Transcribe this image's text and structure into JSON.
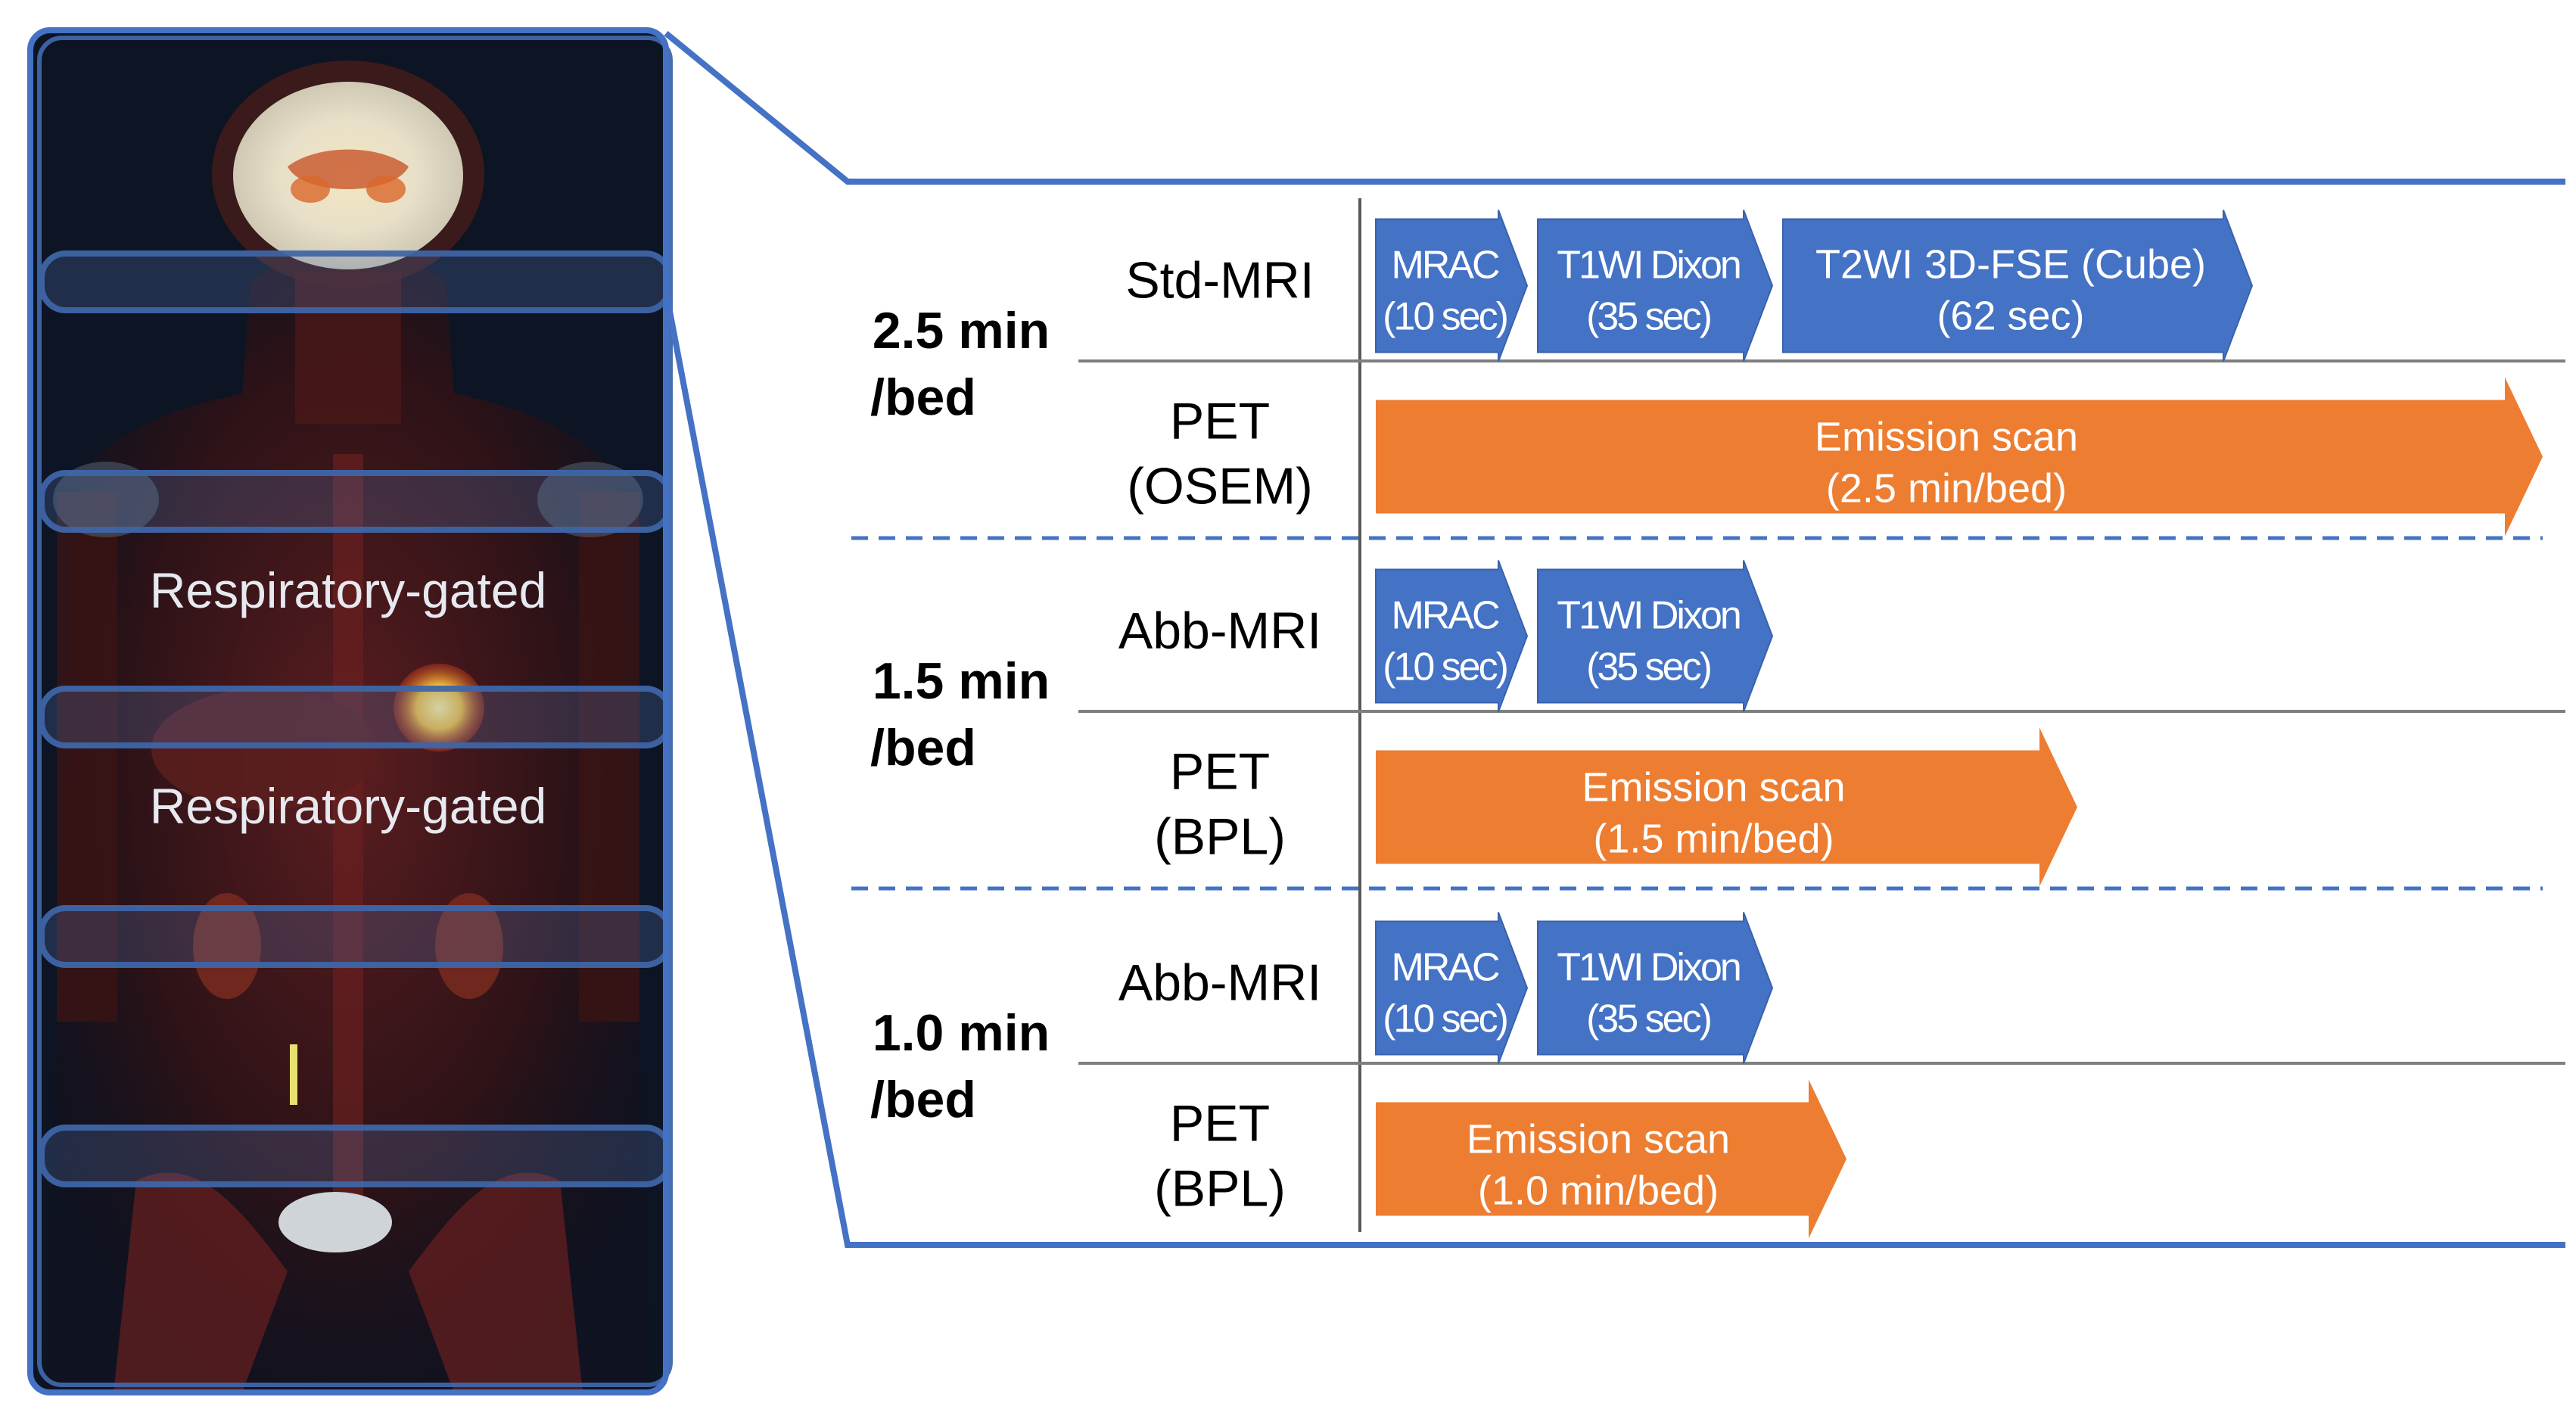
{
  "image_panel": {
    "region_labels": [
      "Respiratory-gated",
      "Respiratory-gated"
    ]
  },
  "protocols": [
    {
      "time_label": [
        "2.5 min",
        "/bed"
      ],
      "rows": [
        {
          "row_label": [
            "Std-MRI"
          ],
          "kind": "mri",
          "sequences": [
            {
              "name": "MRAC",
              "duration": "(10 sec)"
            },
            {
              "name": "T1WI Dixon",
              "duration": "(35 sec)"
            },
            {
              "name": "T2WI 3D-FSE (Cube)",
              "duration": "(62 sec)"
            }
          ]
        },
        {
          "row_label": [
            "PET",
            "(OSEM)"
          ],
          "kind": "pet",
          "scan": {
            "name": "Emission scan",
            "duration": "(2.5 min/bed)",
            "minutes": 2.5
          }
        }
      ]
    },
    {
      "time_label": [
        "1.5 min",
        "/bed"
      ],
      "rows": [
        {
          "row_label": [
            "Abb-MRI"
          ],
          "kind": "mri",
          "sequences": [
            {
              "name": "MRAC",
              "duration": "(10 sec)"
            },
            {
              "name": "T1WI Dixon",
              "duration": "(35 sec)"
            }
          ]
        },
        {
          "row_label": [
            "PET",
            "(BPL)"
          ],
          "kind": "pet",
          "scan": {
            "name": "Emission scan",
            "duration": "(1.5 min/bed)",
            "minutes": 1.5
          }
        }
      ]
    },
    {
      "time_label": [
        "1.0 min",
        "/bed"
      ],
      "rows": [
        {
          "row_label": [
            "Abb-MRI"
          ],
          "kind": "mri",
          "sequences": [
            {
              "name": "MRAC",
              "duration": "(10 sec)"
            },
            {
              "name": "T1WI Dixon",
              "duration": "(35 sec)"
            }
          ]
        },
        {
          "row_label": [
            "PET",
            "(BPL)"
          ],
          "kind": "pet",
          "scan": {
            "name": "Emission scan",
            "duration": "(1.0 min/bed)",
            "minutes": 1.0
          }
        }
      ]
    }
  ],
  "colors": {
    "mri_arrow": "#4472c4",
    "pet_arrow": "#ed7d31",
    "frame_blue": "#4472c4",
    "divider_dash": "#4472c4",
    "rule_gray": "#7f7f7f",
    "panel_bg": "#0d1424"
  }
}
